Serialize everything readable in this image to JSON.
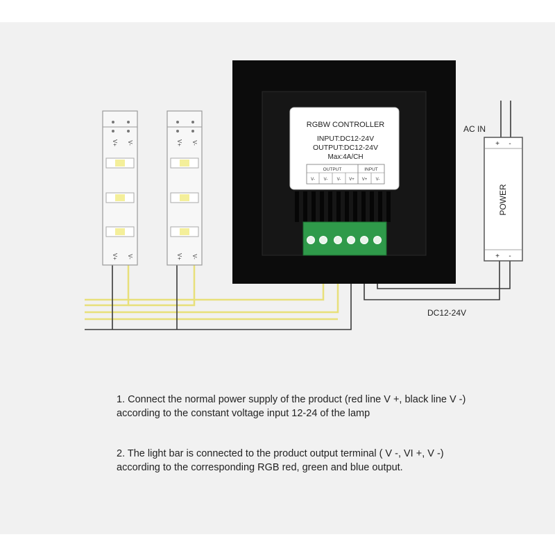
{
  "controller": {
    "title": "RGBW CONTROLLER",
    "input": "INPUT:DC12-24V",
    "output": "OUTPUT:DC12-24V",
    "max": "Max:4A/CH",
    "output_group": "OUTPUT",
    "input_group": "INPUT",
    "terminal_labels": [
      "V-",
      "V-",
      "V-",
      "V+",
      "V+",
      "V-"
    ]
  },
  "power_supply": {
    "label": "POWER",
    "ac_in": "AC IN",
    "dc_out": "DC12-24V",
    "top_terminals": [
      "+",
      "-"
    ],
    "bottom_terminals": [
      "+",
      "-"
    ]
  },
  "led_strip": {
    "top_terminals": [
      "V+",
      "V-"
    ],
    "bottom_terminals": [
      "V+",
      "V-"
    ]
  },
  "instructions": [
    {
      "line1": "1. Connect the normal power supply of the product (red line V +, black line  V  -)",
      "line2": "according to the constant voltage input 12-24 of the lamp"
    },
    {
      "line1": "2. The light bar is connected to the product output terminal ( V  -, VI +,  V  -)",
      "line2": "according to the corresponding RGB red, green and blue output."
    }
  ],
  "colors": {
    "wire_yellow": "#e8e07a",
    "wire_dark": "#3a3a3a",
    "terminal_green": "#2f9a4a",
    "controller_black": "#0c0c0c"
  }
}
